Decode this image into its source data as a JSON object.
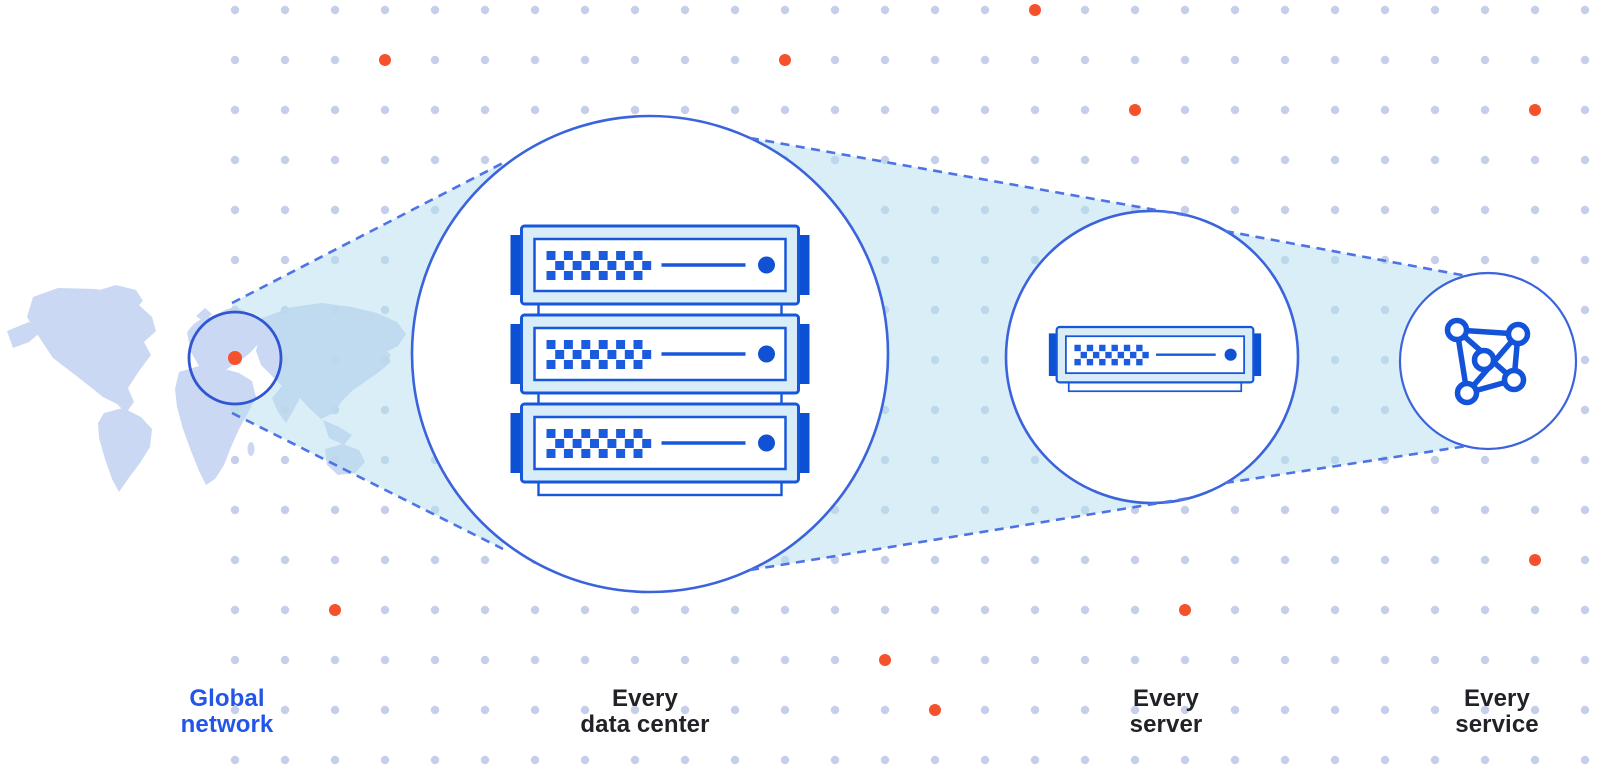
{
  "diagram": {
    "description": "zoom-sequence diagram from a world map location to a data center, a server and a service",
    "stages": [
      {
        "id": "global-network",
        "line1": "Global",
        "line2": "network",
        "icon": "world-map-location-icon"
      },
      {
        "id": "every-data-center",
        "line1": "Every",
        "line2": "data center",
        "icon": "server-stack-icon"
      },
      {
        "id": "every-server",
        "line1": "Every",
        "line2": "server",
        "icon": "server-icon"
      },
      {
        "id": "every-service",
        "line1": "Every",
        "line2": "service",
        "icon": "network-mesh-icon"
      }
    ]
  },
  "colors": {
    "background": "#FFFFFF",
    "grid_dot": "#C5CFE9",
    "orange_dot": "#F4512C",
    "map_land": "#CAD8F3",
    "circle_stroke": "#3A63DC",
    "map_circle_stroke": "#2F57D4",
    "dash_stroke": "#4D73E6",
    "cone_fill_rgba": "rgba(182,223,238,0.52)",
    "server_stroke": "#1757D9",
    "server_body_fill": "#D9EDF9",
    "server_ear_fill": "#0C51D3",
    "server_square": "#1B5CDE",
    "server_led": "#1152D5",
    "mesh_blue": "#1353D9",
    "label_dark": "#212227",
    "label_blue": "#2356E8",
    "white": "#FFFFFF"
  },
  "background": {
    "orange_grid_dots": [
      [
        3,
        1
      ],
      [
        11,
        1
      ],
      [
        16,
        0
      ],
      [
        18,
        2
      ],
      [
        26,
        2
      ],
      [
        26,
        11
      ],
      [
        2,
        12
      ],
      [
        19,
        12
      ],
      [
        13,
        13
      ],
      [
        14,
        14
      ]
    ]
  }
}
